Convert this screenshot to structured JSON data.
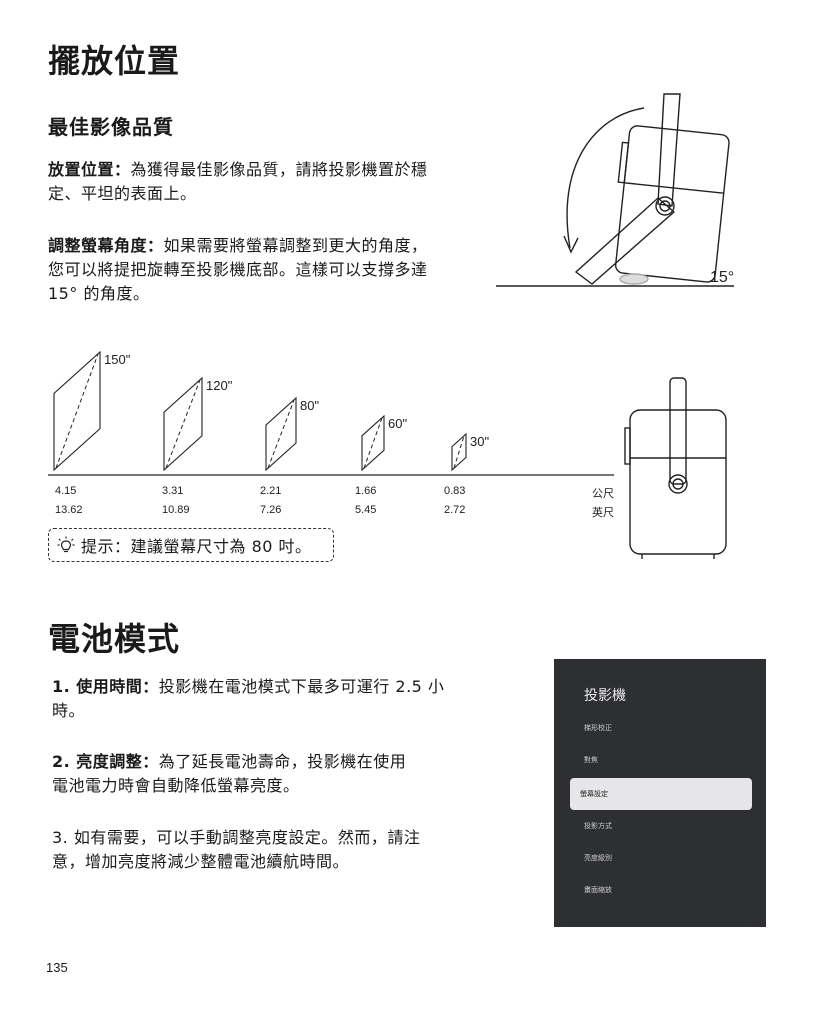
{
  "section1": {
    "title": "擺放位置",
    "subtitle": "最佳影像品質",
    "para1_label": "放置位置：",
    "para1_line1": "為獲得最佳影像品質，請將投影機置於穩",
    "para1_line2": "定、平坦的表面上。",
    "para2_label": "調整螢幕角度：",
    "para2_line1": "如果需要將螢幕調整到更大的角度，",
    "para2_line2": "您可以將提把旋轉至投影機底部。這樣可以支撐多達",
    "para2_line3": "15° 的角度。",
    "angle_label": "15°"
  },
  "chart_data": {
    "type": "table",
    "screen_sizes": [
      "150\"",
      "120\"",
      "80\"",
      "60\"",
      "30\""
    ],
    "distances_m": [
      "4.15",
      "3.31",
      "2.21",
      "1.66",
      "0.83"
    ],
    "distances_ft": [
      "13.62",
      "10.89",
      "7.26",
      "5.45",
      "2.72"
    ],
    "unit_m": "公尺",
    "unit_ft": "英尺"
  },
  "tip": {
    "icon": "lightbulb-icon",
    "text": "提示：建議螢幕尺寸為 80 吋。"
  },
  "section2": {
    "title": "電池模式",
    "item1_label": "1. 使用時間：",
    "item1_line1": "投影機在電池模式下最多可運行 2.5 小",
    "item1_line2": "時。",
    "item2_label": "2. 亮度調整：",
    "item2_line1": "為了延長電池壽命，投影機在使用",
    "item2_line2": "電池電力時會自動降低螢幕亮度。",
    "item3_line1": "3. 如有需要，可以手動調整亮度設定。然而，請注",
    "item3_line2": "意，增加亮度將減少整體電池續航時間。"
  },
  "menu": {
    "title": "投影機",
    "items": [
      "梯形校正",
      "對焦",
      "螢幕設定",
      "投影方式",
      "亮度級別",
      "畫面縮放"
    ],
    "selected_index": 2
  },
  "page_number": "135"
}
